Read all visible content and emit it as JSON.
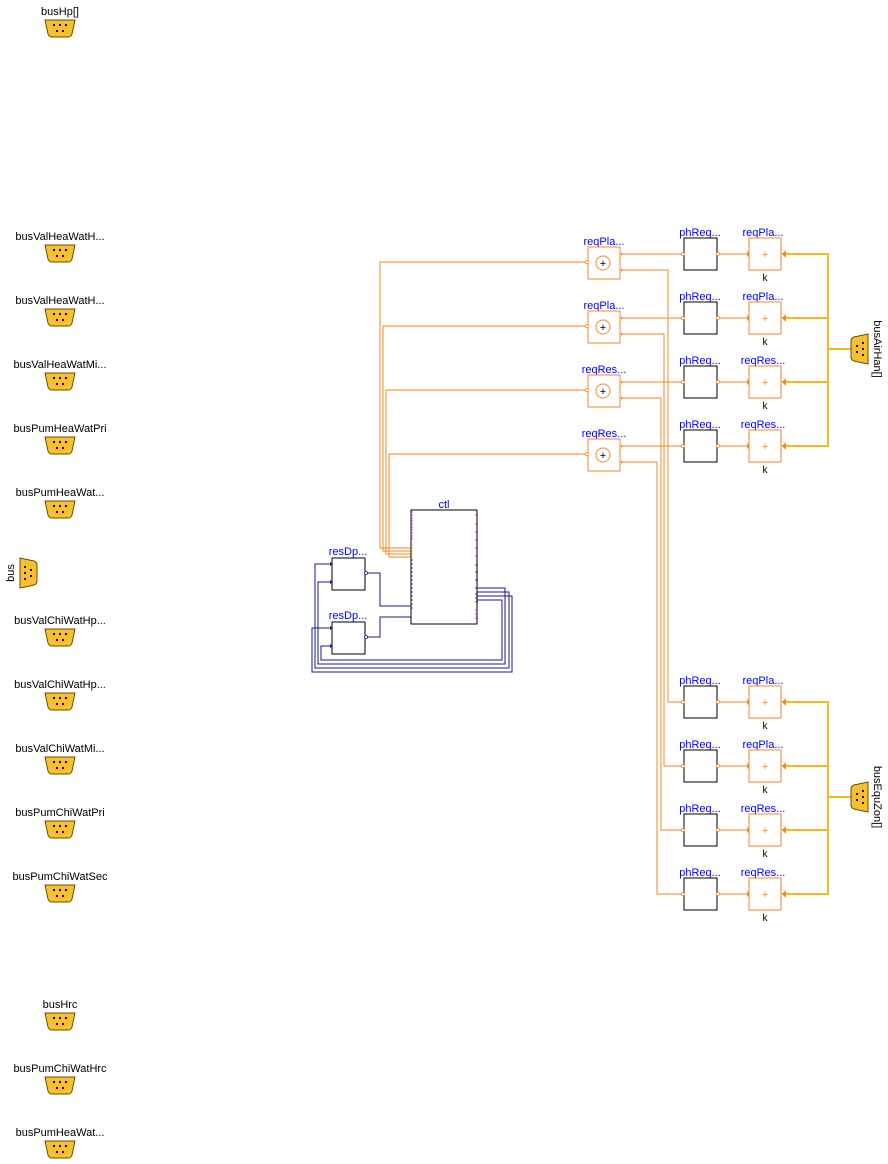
{
  "colors": {
    "bus_fill": "#f7c02e",
    "bus_stroke": "#6a4d00",
    "orange": "#f08a24",
    "bus_line": "#f5b820",
    "navy": "#1a1a8c",
    "magenta": "#d000d0",
    "blue_text": "#0000ff"
  },
  "left_buses": [
    {
      "label": "busHp[]"
    },
    {
      "label": "busValHeaWatH..."
    },
    {
      "label": "busValHeaWatH..."
    },
    {
      "label": "busValHeaWatMi..."
    },
    {
      "label": "busPumHeaWatPri"
    },
    {
      "label": "busPumHeaWat..."
    },
    {
      "label": "busValChiWatHp..."
    },
    {
      "label": "busValChiWatHp..."
    },
    {
      "label": "busValChiWatMi..."
    },
    {
      "label": "busPumChiWatPri"
    },
    {
      "label": "busPumChiWatSec"
    },
    {
      "label": "busHrc"
    },
    {
      "label": "busPumChiWatHrc"
    },
    {
      "label": "busPumHeaWat..."
    }
  ],
  "bus_main": {
    "label": "bus"
  },
  "right_buses": {
    "air": {
      "label": "busAirHan[]"
    },
    "equ": {
      "label": "busEquZon[]"
    }
  },
  "controller": {
    "label": "ctl"
  },
  "reset_blocks": [
    {
      "label": "resDp..."
    },
    {
      "label": "resDp..."
    }
  ],
  "add_blocks": [
    {
      "label": "reqPla...",
      "symbol": "+"
    },
    {
      "label": "reqPla...",
      "symbol": "+"
    },
    {
      "label": "reqRes...",
      "symbol": "+"
    },
    {
      "label": "reqRes...",
      "symbol": "+"
    }
  ],
  "ph_blocks": [
    {
      "label": "phReq..."
    },
    {
      "label": "phReq..."
    },
    {
      "label": "phReq..."
    },
    {
      "label": "phReq..."
    },
    {
      "label": "phReq..."
    },
    {
      "label": "phReq..."
    },
    {
      "label": "phReq..."
    },
    {
      "label": "phReq..."
    }
  ],
  "req_blocks": [
    {
      "label": "reqPla...",
      "sub": "k",
      "symbol": "+"
    },
    {
      "label": "reqPla...",
      "sub": "k",
      "symbol": "+"
    },
    {
      "label": "reqRes...",
      "sub": "k",
      "symbol": "+"
    },
    {
      "label": "reqRes...",
      "sub": "k",
      "symbol": "+"
    },
    {
      "label": "reqPla...",
      "sub": "k",
      "symbol": "+"
    },
    {
      "label": "reqPla...",
      "sub": "k",
      "symbol": "+"
    },
    {
      "label": "reqRes...",
      "sub": "k",
      "symbol": "+"
    },
    {
      "label": "reqRes...",
      "sub": "k",
      "symbol": "+"
    }
  ]
}
